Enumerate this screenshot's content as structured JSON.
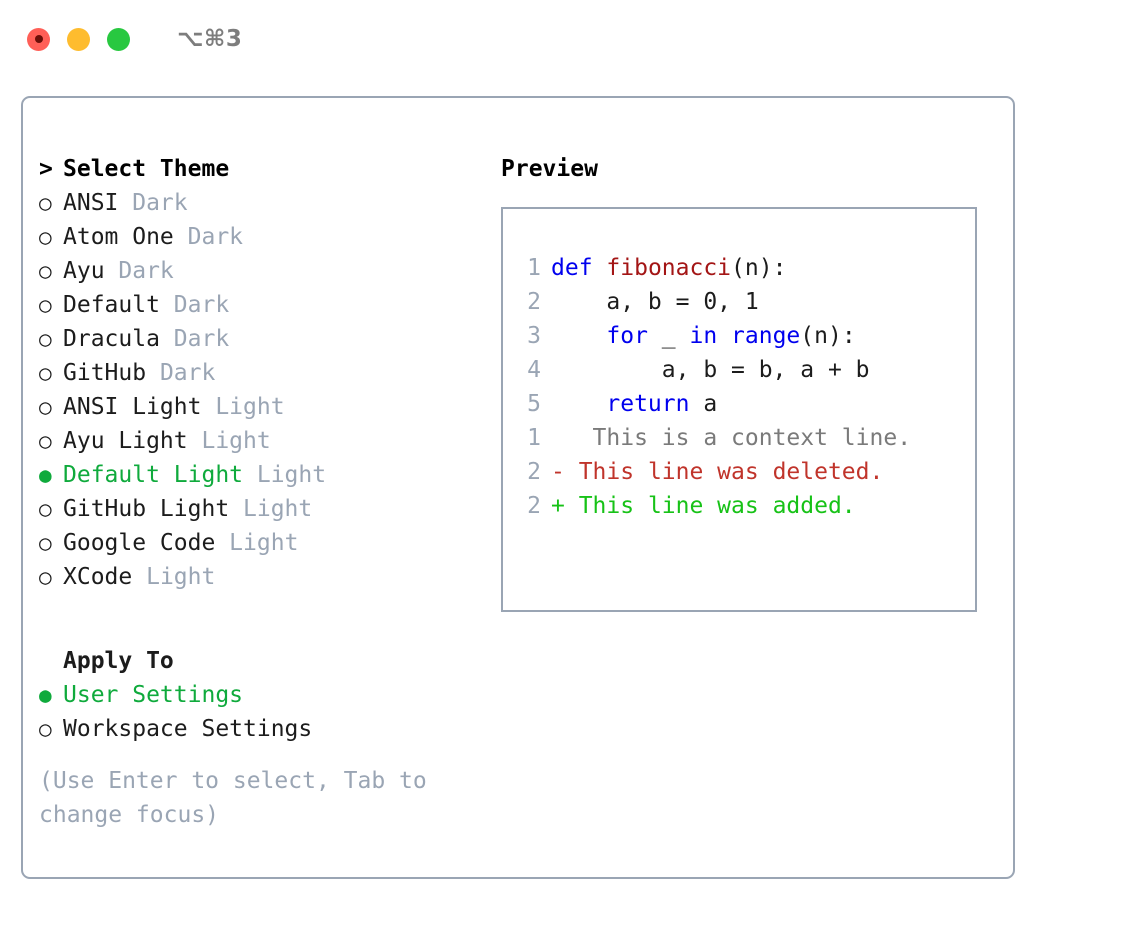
{
  "titlebar": {
    "lights": [
      {
        "name": "close",
        "color": "#ff5f57"
      },
      {
        "name": "minimize",
        "color": "#febc2e"
      },
      {
        "name": "maximize",
        "color": "#28c840"
      }
    ],
    "shortcut": "⌥⌘3"
  },
  "theme_panel": {
    "header": {
      "caret": ">",
      "label": "Select Theme"
    },
    "items": [
      {
        "bullet": "○",
        "selected": false,
        "name": "ANSI",
        "tag": " Dark"
      },
      {
        "bullet": "○",
        "selected": false,
        "name": "Atom One",
        "tag": " Dark"
      },
      {
        "bullet": "○",
        "selected": false,
        "name": "Ayu",
        "tag": " Dark"
      },
      {
        "bullet": "○",
        "selected": false,
        "name": "Default",
        "tag": " Dark"
      },
      {
        "bullet": "○",
        "selected": false,
        "name": "Dracula",
        "tag": " Dark"
      },
      {
        "bullet": "○",
        "selected": false,
        "name": "GitHub",
        "tag": " Dark"
      },
      {
        "bullet": "○",
        "selected": false,
        "name": "ANSI Light",
        "tag": " Light"
      },
      {
        "bullet": "○",
        "selected": false,
        "name": "Ayu Light",
        "tag": " Light"
      },
      {
        "bullet": "●",
        "selected": true,
        "name": "Default Light",
        "tag": " Light"
      },
      {
        "bullet": "○",
        "selected": false,
        "name": "GitHub Light",
        "tag": " Light"
      },
      {
        "bullet": "○",
        "selected": false,
        "name": "Google Code",
        "tag": " Light"
      },
      {
        "bullet": "○",
        "selected": false,
        "name": "XCode",
        "tag": " Light"
      }
    ]
  },
  "apply_to": {
    "header": "Apply To",
    "options": [
      {
        "bullet": "●",
        "selected": true,
        "label": "User Settings"
      },
      {
        "bullet": "○",
        "selected": false,
        "label": "Workspace Settings"
      }
    ]
  },
  "hint": "(Use Enter to select, Tab to change focus)",
  "preview": {
    "title": "Preview",
    "code_lines": [
      {
        "num": "1",
        "tokens": [
          {
            "t": "def",
            "c": "kw"
          },
          {
            "t": " ",
            "c": "plain"
          },
          {
            "t": "fibonacci",
            "c": "fn"
          },
          {
            "t": "(n):",
            "c": "plain"
          }
        ]
      },
      {
        "num": "2",
        "tokens": [
          {
            "t": "    a, b = 0, 1",
            "c": "plain"
          }
        ]
      },
      {
        "num": "3",
        "tokens": [
          {
            "t": "    ",
            "c": "plain"
          },
          {
            "t": "for",
            "c": "kw"
          },
          {
            "t": " _ ",
            "c": "plain"
          },
          {
            "t": "in",
            "c": "kw"
          },
          {
            "t": " ",
            "c": "plain"
          },
          {
            "t": "range",
            "c": "kw"
          },
          {
            "t": "(n):",
            "c": "plain"
          }
        ]
      },
      {
        "num": "4",
        "tokens": [
          {
            "t": "        a, b = b, a + b",
            "c": "plain"
          }
        ]
      },
      {
        "num": "5",
        "tokens": [
          {
            "t": "    ",
            "c": "plain"
          },
          {
            "t": "return",
            "c": "kw"
          },
          {
            "t": " a",
            "c": "plain"
          }
        ]
      }
    ],
    "diff_lines": [
      {
        "num": "1",
        "marker": " ",
        "text": "  This is a context line.",
        "kind": "d-ctx"
      },
      {
        "num": "2",
        "marker": "-",
        "text": " This line was deleted.",
        "kind": "d-del"
      },
      {
        "num": "2",
        "marker": "+",
        "text": " This line was added.",
        "kind": "d-add"
      }
    ]
  },
  "colors": {
    "accent_green": "#0faa3c",
    "diff_add": "#17c217",
    "diff_del": "#c0342b",
    "muted": "#9aa5b4",
    "keyword": "#0000ee",
    "function": "#a31515"
  }
}
